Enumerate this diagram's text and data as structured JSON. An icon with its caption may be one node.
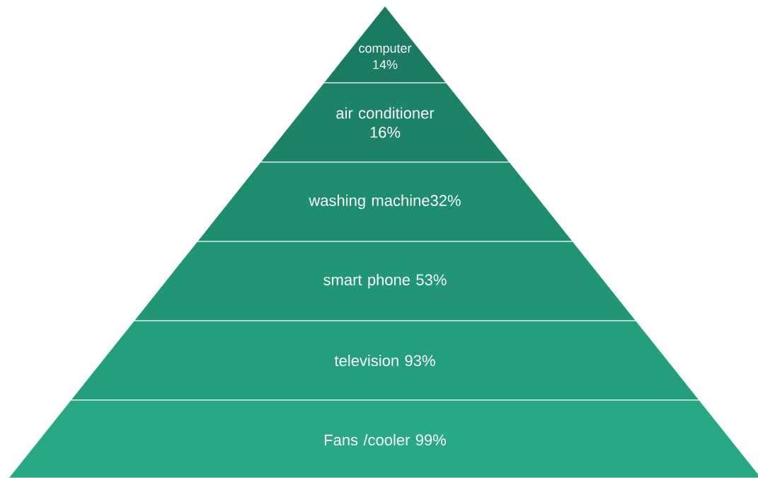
{
  "diagram": {
    "nodes": [
      {
        "text": [
          "computer 14%"
        ]
      },
      {
        "text": [
          "air conditioner 16%"
        ]
      },
      {
        "text": [
          "washing machine32%"
        ]
      },
      {
        "text": [
          "smart phone 53%"
        ]
      },
      {
        "text": [
          "television 93%"
        ]
      },
      {
        "text": [
          "Fans /cooler  99%"
        ]
      }
    ]
  }
}
